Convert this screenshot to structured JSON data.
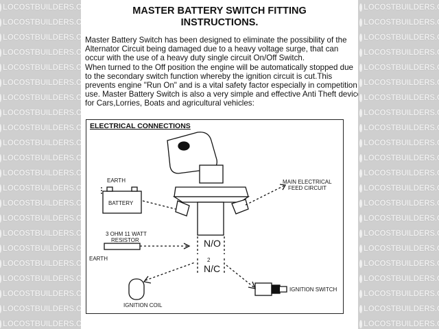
{
  "watermark": {
    "text": "LOCOSTBUILDERS.CO.UK",
    "rows": 22
  },
  "document": {
    "title_line1": "MASTER BATTERY SWITCH FITTING",
    "title_line2": "INSTRUCTIONS.",
    "body_lines": [
      "Master Battery Switch has been designed to eliminate the possibility of the",
      "Alternator Circuit being damaged due to a heavy voltage surge, that can",
      "occur with the use of a heavy duty single circuit On/Off Switch.",
      "When turned to the Off position the engine will be automatically stopped due",
      "to the secondary switch function whereby the ignition circuit is cut.This",
      "prevents engine \"Run On\" and is a vital safety factor especially in competition",
      "use. Master Battery Switch is also a very simple and effective Anti Theft device,",
      "for Cars,Lorries, Boats and agricultural vehicles:"
    ]
  },
  "diagram": {
    "heading": "ELECTRICAL CONNECTIONS",
    "labels": {
      "earth_top": "EARTH",
      "battery": "BATTERY",
      "feed_line1": "MAIN ELECTRICAL",
      "feed_line2": "FEED CIRCUIT",
      "resistor_line1": "3 OHM 11 WATT",
      "resistor_line2": "RESISTOR",
      "earth_bottom": "EARTH",
      "no": "N/O",
      "nc_number": "2",
      "nc": "N/C",
      "ignition_coil": "IGNITION COIL",
      "ignition_switch": "IGNITION SWITCH"
    },
    "icons": {
      "battery": "battery-icon",
      "master_switch": "master-switch-icon",
      "resistor": "resistor-icon",
      "coil": "ignition-coil-icon",
      "key": "ignition-key-icon"
    }
  }
}
